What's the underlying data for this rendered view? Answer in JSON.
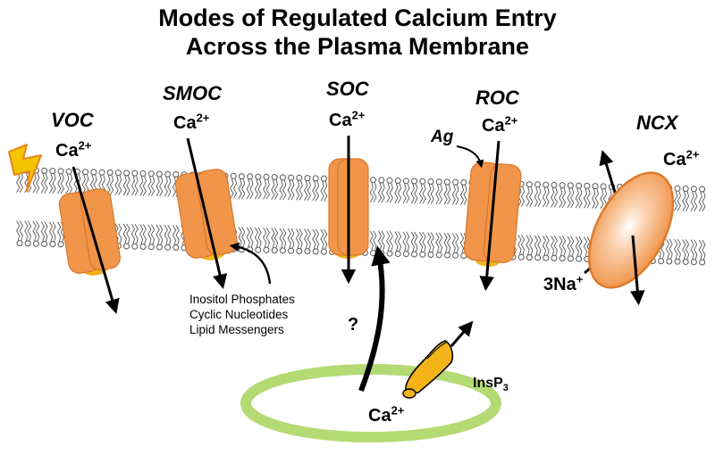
{
  "title": {
    "line1": "Modes of Regulated Calcium Entry",
    "line2": "Across the Plasma Membrane"
  },
  "channels": {
    "voc": {
      "name": "VOC",
      "ion": "Ca",
      "charge": "2+"
    },
    "smoc": {
      "name": "SMOC",
      "ion": "Ca",
      "charge": "2+"
    },
    "soc": {
      "name": "SOC",
      "ion": "Ca",
      "charge": "2+"
    },
    "roc": {
      "name": "ROC",
      "ion": "Ca",
      "charge": "2+",
      "agonist": "Ag"
    },
    "ncx": {
      "name": "NCX",
      "ion": "Ca",
      "charge": "2+",
      "exchange_label": "3Na",
      "exchange_charge": "+"
    }
  },
  "messengers": {
    "line1": "Inositol Phosphates",
    "line2": "Cyclic Nucleotides",
    "line3": "Lipid Messengers"
  },
  "store": {
    "question": "?",
    "ion": "Ca",
    "charge": "2+",
    "receptor": "InsP",
    "receptor_sub": "3"
  },
  "colors": {
    "channel": "#f0954a",
    "channel_edge": "#d9772a",
    "channel_gold": "#f2b418",
    "lipid": "#555555",
    "store_ring": "#b4da74",
    "lightning": "#f2c500",
    "lightning_edge": "#e8851c"
  },
  "icons": {
    "stimulus": "lightning-icon"
  }
}
